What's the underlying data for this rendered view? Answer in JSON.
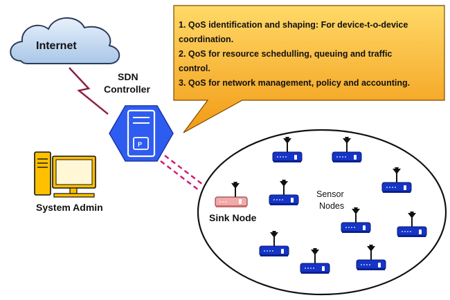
{
  "diagram": {
    "internet_label": "Internet",
    "controller_label_line1": "SDN",
    "controller_label_line2": "Controller",
    "admin_label": "System Admin",
    "sink_label": "Sink Node",
    "sensor_label_line1": "Sensor",
    "sensor_label_line2": "Nodes",
    "callout_lines": [
      "1. QoS identification and shaping: For device-t-o-device",
      "coordination.",
      "2. QoS for resource schedulling, queuing and traffic",
      "control.",
      "3. QoS for network management, policy and accounting."
    ]
  },
  "colors": {
    "callout_fill": "#f5a623",
    "cloud_fill": "#bcd4ee",
    "controller_fill": "#2f5cf0",
    "sensor_fill": "#1534c8",
    "sink_fill": "#f1a9a9",
    "admin_fill": "#ffc000",
    "link_pink": "#cc1c78"
  },
  "icons": [
    "cloud-icon",
    "lightning-icon",
    "server-hexagon-icon",
    "computer-icon",
    "antenna-node-icon"
  ]
}
